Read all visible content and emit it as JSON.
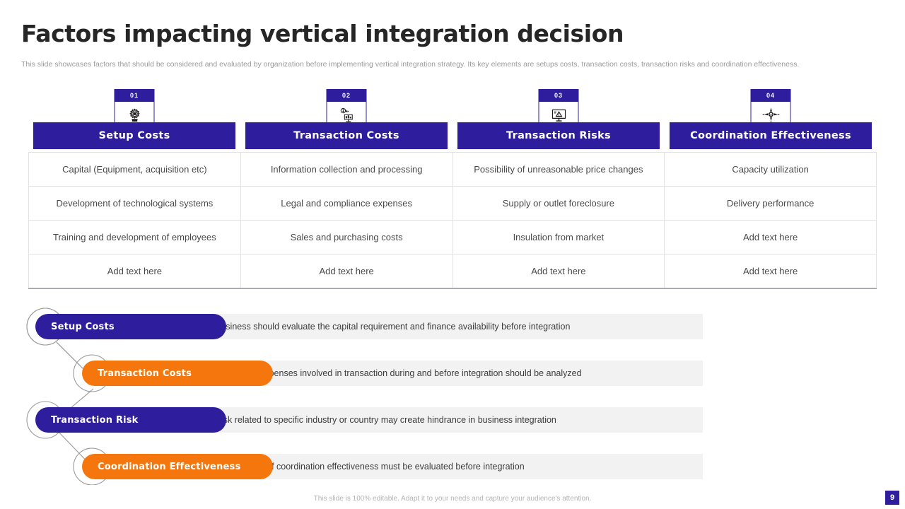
{
  "slide": {
    "title": "Factors impacting vertical integration decision",
    "subtitle": "This slide showcases factors that should be considered and evaluated by organization before implementing vertical integration strategy. Its key elements are setups costs, transaction costs, transaction risks and coordination effectiveness.",
    "footer_note": "This slide is 100% editable. Adapt it to your needs and capture your audience's attention.",
    "page_number": "9"
  },
  "colors": {
    "primary": "#2e1d9c",
    "accent": "#f4760c",
    "row_bg": "#f2f2f2",
    "border": "#e2e2e2",
    "title_text": "#262626",
    "muted_text": "#9b9b9b"
  },
  "cards": [
    {
      "number": "01",
      "label": "Setup Costs",
      "icon": "gear-money-icon"
    },
    {
      "number": "02",
      "label": "Transaction Costs",
      "icon": "money-monitor-icon"
    },
    {
      "number": "03",
      "label": "Transaction Risks",
      "icon": "monitor-warning-icon"
    },
    {
      "number": "04",
      "label": "Coordination Effectiveness",
      "icon": "compass-target-icon"
    }
  ],
  "table": {
    "columns": [
      "Setup Costs",
      "Transaction Costs",
      "Transaction Risks",
      "Coordination Effectiveness"
    ],
    "rows": [
      [
        "Capital (Equipment, acquisition etc)",
        "Information collection and processing",
        "Possibility of unreasonable price changes",
        "Capacity utilization"
      ],
      [
        "Development of technological systems",
        "Legal and compliance expenses",
        "Supply or outlet foreclosure",
        "Delivery performance"
      ],
      [
        "Training and development of employees",
        "Sales and purchasing costs",
        "Insulation from market",
        "Add text here"
      ],
      [
        "Add text here",
        "Add text here",
        "Add text here",
        "Add text here"
      ]
    ]
  },
  "chain": [
    {
      "label": "Setup Costs",
      "description": "Business should evaluate the capital requirement and finance availability before integration",
      "color": "blue"
    },
    {
      "label": "Transaction Costs",
      "description": "Expenses involved in transaction during and before integration should be analyzed",
      "color": "orange"
    },
    {
      "label": "Transaction Risk",
      "description": "Risk related to specific industry or country may create hindrance in business integration",
      "color": "blue"
    },
    {
      "label": "Coordination Effectiveness",
      "description": "Self coordination effectiveness must be evaluated before integration",
      "color": "orange"
    }
  ]
}
